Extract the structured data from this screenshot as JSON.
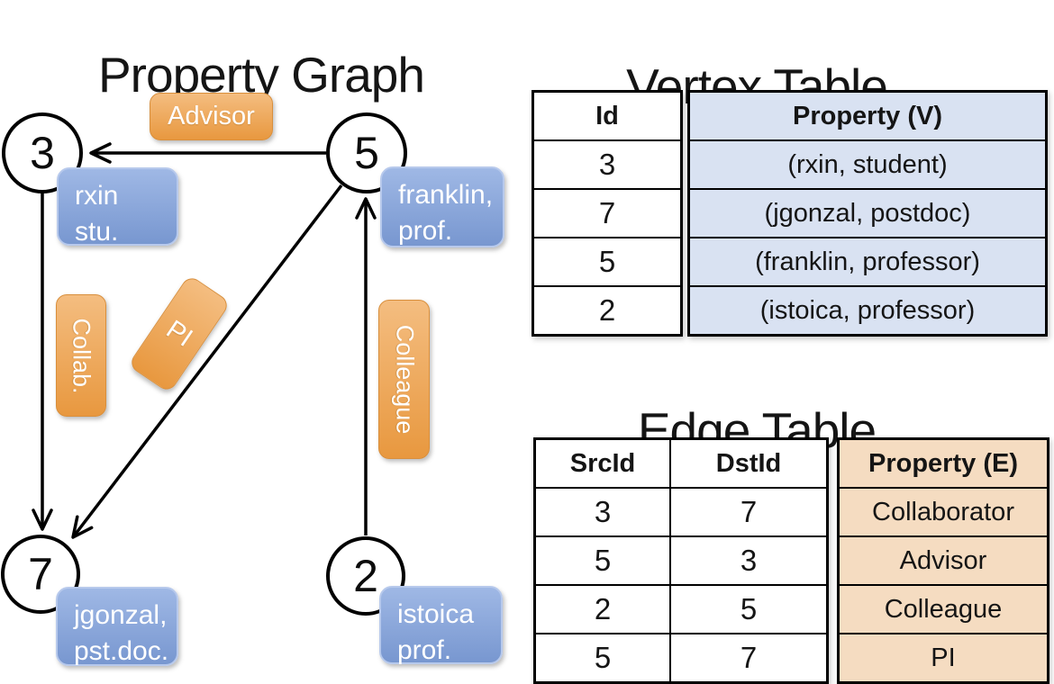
{
  "titles": {
    "graph": "Property Graph",
    "vertex": "Vertex Table",
    "edge": "Edge Table"
  },
  "graph": {
    "node_ids": {
      "n3": "3",
      "n5": "5",
      "n7": "7",
      "n2": "2"
    },
    "edge_labels": {
      "advisor": "Advisor",
      "collab": "Collab.",
      "pi": "PI",
      "colleague": "Colleague"
    },
    "props": {
      "rxin": [
        "rxin",
        "stu."
      ],
      "franklin": [
        "franklin,",
        "prof."
      ],
      "jgonzal": [
        "jgonzal,",
        "pst.doc."
      ],
      "istoica": [
        "istoica",
        "prof."
      ]
    }
  },
  "vertex_table": {
    "headers": [
      "Id",
      "Property (V)"
    ],
    "rows": [
      [
        "3",
        "(rxin, student)"
      ],
      [
        "7",
        "(jgonzal, postdoc)"
      ],
      [
        "5",
        "(franklin, professor)"
      ],
      [
        "2",
        "(istoica, professor)"
      ]
    ]
  },
  "edge_table": {
    "headers": [
      "SrcId",
      "DstId",
      "Property (E)"
    ],
    "rows": [
      [
        "3",
        "7",
        "Collaborator"
      ],
      [
        "5",
        "3",
        "Advisor"
      ],
      [
        "2",
        "5",
        "Colleague"
      ],
      [
        "5",
        "7",
        "PI"
      ]
    ]
  },
  "colors": {
    "orangeTop": "#f4bd80",
    "orangeBottom": "#e8983f",
    "orangeBorder": "#d98f3c",
    "blueTop": "#9fb8e5",
    "blueBottom": "#7897d0",
    "blueBorder": "#b7c9ec",
    "vertexCell": "#d9e2f2",
    "edgeCell": "#f5dcc1",
    "ink": "#000000",
    "labelText": "#ffffff"
  }
}
